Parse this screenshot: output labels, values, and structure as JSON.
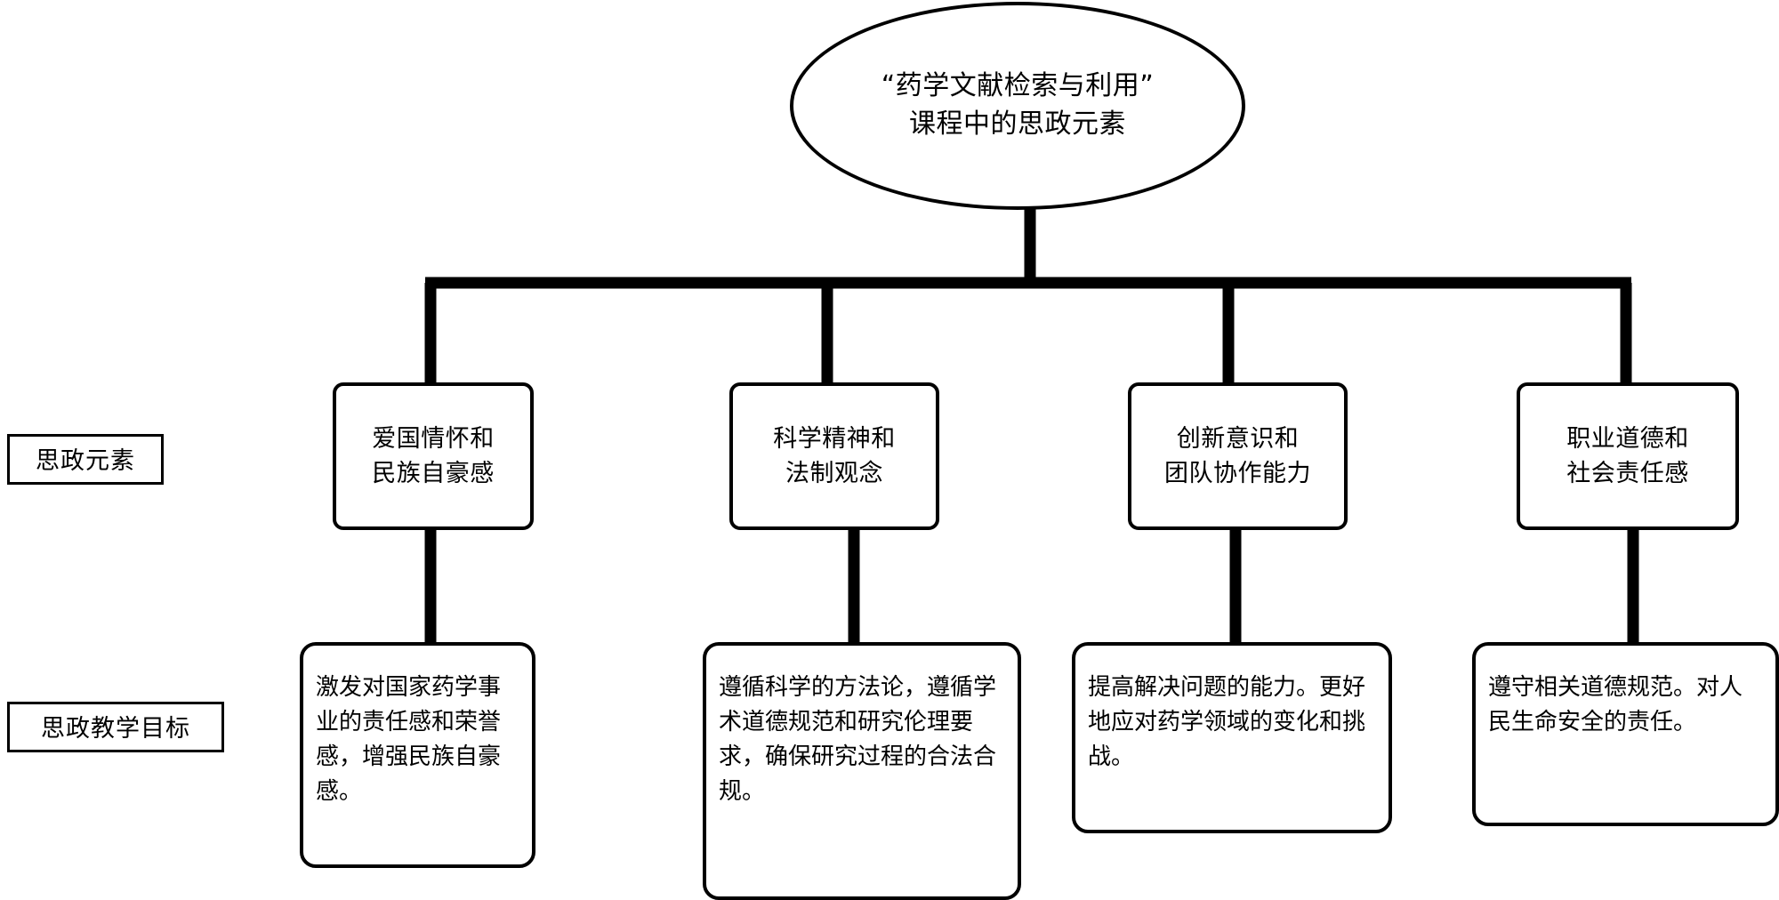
{
  "diagram": {
    "root": {
      "lines": [
        "“药学文献检索与利用”",
        "课程中的思政元素"
      ]
    },
    "axis_labels": {
      "elements": "思政元素",
      "goals": "思政教学目标"
    },
    "columns": [
      {
        "element_lines": [
          "爱国情怀和",
          "民族自豪感"
        ],
        "goal": "激发对国家药学事业的责任感和荣誉感，增强民族自豪感。"
      },
      {
        "element_lines": [
          "科学精神和",
          "法制观念"
        ],
        "goal": "遵循科学的方法论，遵循学术道德规范和研究伦理要求，确保研究过程的合法合规。"
      },
      {
        "element_lines": [
          "创新意识和",
          "团队协作能力"
        ],
        "goal": "提高解决问题的能力。更好地应对药学领域的变化和挑战。"
      },
      {
        "element_lines": [
          "职业道德和",
          "社会责任感"
        ],
        "goal": "遵守相关道德规范。对人民生命安全的责任。"
      }
    ],
    "style": {
      "line_color": "#000000",
      "background": "#ffffff"
    }
  }
}
